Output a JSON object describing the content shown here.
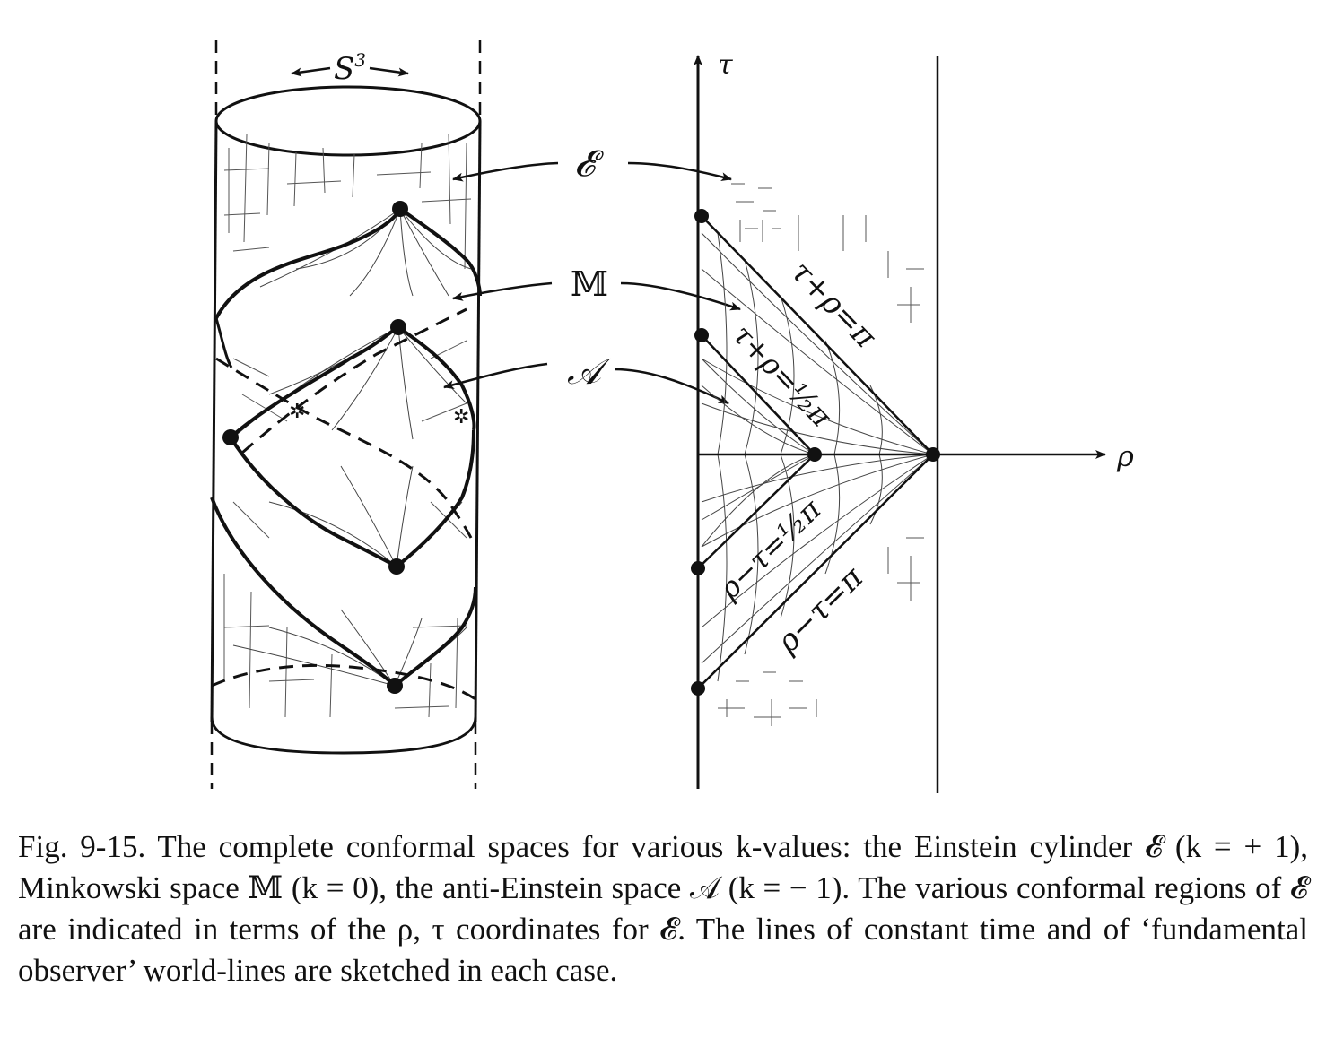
{
  "labels": {
    "s3": "S",
    "s3_sup": "3",
    "einstein": "𝓔",
    "minkowski": "𝕄",
    "anti_einstein": "𝒜",
    "tau": "τ",
    "rho": "ρ",
    "line_tau_plus_rho_pi": "τ+ρ=π",
    "line_tau_plus_rho_half_pi": "τ+ρ=½π",
    "line_rho_minus_tau_half_pi": "ρ−τ=½π",
    "line_rho_minus_tau_pi": "ρ−τ=π"
  },
  "caption": {
    "text": "Fig. 9-15. The complete conformal spaces for various k-values: the Einstein cylinder 𝓔 (k = + 1), Minkowski space 𝕄 (k = 0), the anti-Einstein space 𝒜 (k = − 1). The various conformal regions of 𝓔 are indicated in terms of the ρ, τ coordinates for 𝓔. The lines of constant time and of ‘fundamental observer’ world-lines are sketched in each case."
  }
}
